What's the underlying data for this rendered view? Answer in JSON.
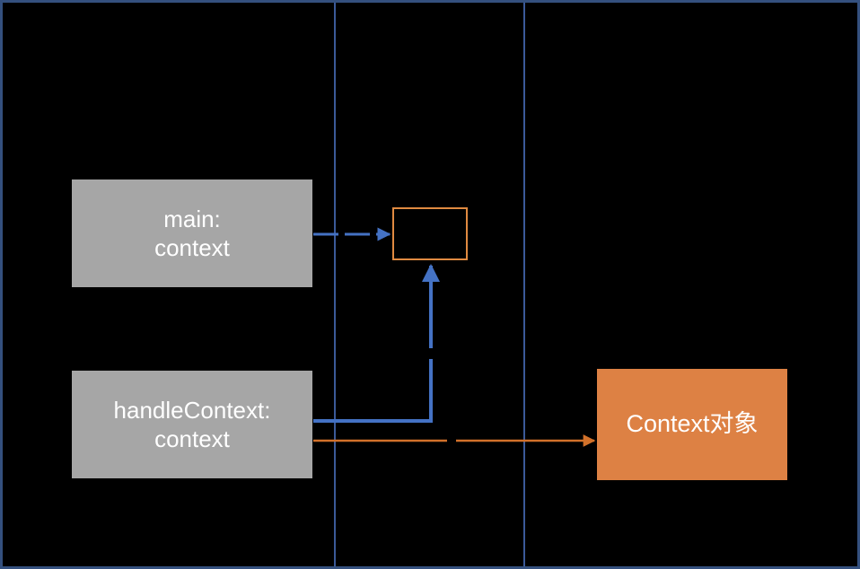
{
  "diagram": {
    "title": "",
    "type": "sequence-diagram",
    "background_color": "#000000",
    "frame_border_color": "#34507e",
    "colors": {
      "gray_fill": "#a6a6a6",
      "orange_fill": "#dd8144",
      "orange_stroke": "#e08a41",
      "blue_stroke": "#4472c4",
      "lifeline": "#3b5a99",
      "text": "#ffffff"
    },
    "nodes": [
      {
        "id": "main-context",
        "label": "main: context",
        "line1": "main:",
        "line2": "context",
        "style": "gray-box"
      },
      {
        "id": "handle-context",
        "label": "handleContext: context",
        "line1": "handleContext:",
        "line2": "context",
        "style": "gray-box"
      },
      {
        "id": "activation",
        "label": "",
        "style": "orange-outline-box"
      },
      {
        "id": "context-object",
        "label": "Context对象",
        "style": "orange-filled-box"
      }
    ],
    "edges": [
      {
        "id": "main-to-activation",
        "from": "main-context",
        "to": "activation",
        "color": "#4472c4",
        "dashed": true,
        "label": ""
      },
      {
        "id": "handle-to-activation",
        "from": "handle-context",
        "to": "activation",
        "color": "#4472c4",
        "dashed": false,
        "label": ""
      },
      {
        "id": "handle-to-context-object",
        "from": "handle-context",
        "to": "context-object",
        "color": "#d2712a",
        "dashed": false,
        "label": ""
      }
    ],
    "lifelines": [
      {
        "id": "lifeline-1",
        "color": "#3b5a99"
      },
      {
        "id": "lifeline-2",
        "color": "#3b5a99"
      }
    ]
  }
}
